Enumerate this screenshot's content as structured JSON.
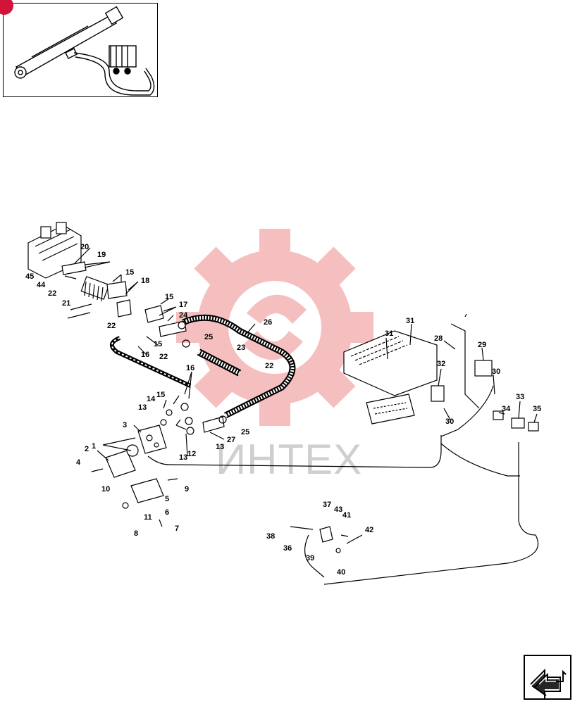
{
  "watermark": {
    "text": "ИНТЕХ",
    "color": "#f08a8a"
  },
  "badge": {
    "color": "#d2143a"
  },
  "callouts": [
    "1",
    "2",
    "3",
    "4",
    "5",
    "6",
    "7",
    "8",
    "9",
    "10",
    "11",
    "12",
    "13",
    "14",
    "15",
    "16",
    "17",
    "18",
    "19",
    "20",
    "21",
    "22",
    "23",
    "24",
    "25",
    "26",
    "27",
    "28",
    "29",
    "30",
    "31",
    "32",
    "33",
    "34",
    "35",
    "36",
    "37",
    "38",
    "39",
    "40",
    "41",
    "42",
    "43",
    "44",
    "45"
  ],
  "nav": {
    "icon": "arrow-back-icon"
  }
}
